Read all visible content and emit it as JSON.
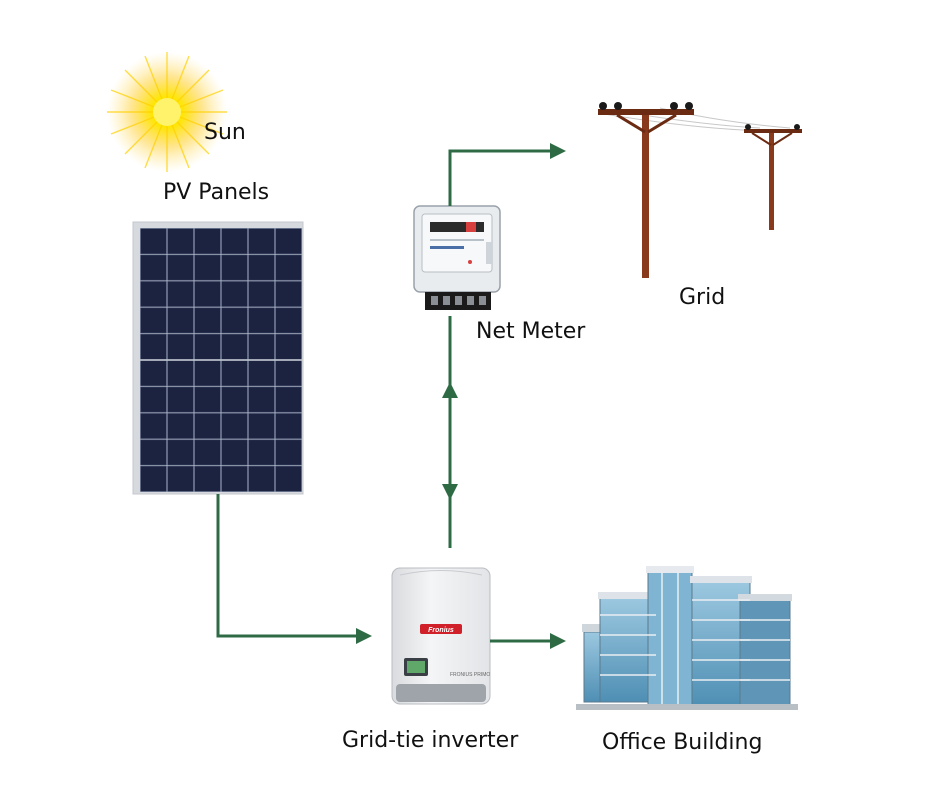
{
  "labels": {
    "sun": "Sun",
    "pv_panels": "PV Panels",
    "net_meter": "Net Meter",
    "grid": "Grid",
    "inverter": "Grid-tie inverter",
    "office": "Office Building"
  },
  "inverter_brand": "Fronius",
  "inverter_model": "FRONIUS PRIMO",
  "colors": {
    "arrow": "#2e6b45",
    "pole": "#8a3a1c",
    "panel_cell": "#1b2340",
    "panel_frame": "#d6d9de",
    "sun": "#ffe600",
    "inverter_body": "#eceef0",
    "building_glass": "#6fa8c8"
  }
}
